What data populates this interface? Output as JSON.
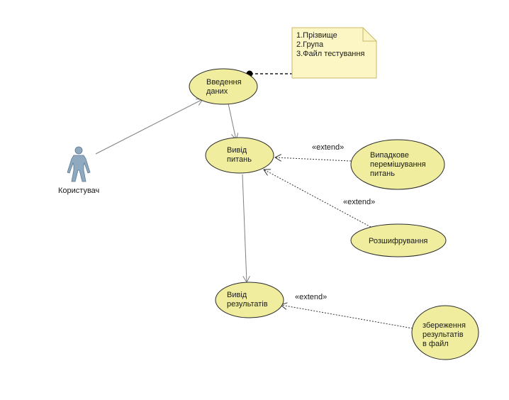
{
  "colors": {
    "usecase_fill": "#f0ee9e",
    "usecase_stroke": "#2a2a2a",
    "note_fill": "#fbf6c4",
    "note_stroke": "#c9b86a",
    "actor_fill": "#8fa9bf",
    "line": "#7f7f7f"
  },
  "actor": {
    "label": "Користувач",
    "icon": "person-icon"
  },
  "note": {
    "lines": [
      "1.Прізвище",
      "2.Група",
      "3.Файл тестування"
    ]
  },
  "use_cases": {
    "data_entry": [
      "Введення",
      "даних"
    ],
    "show_questions": [
      "Вивід",
      "питань"
    ],
    "random_shuffle": [
      "Випадкове",
      "перемішування",
      "питань"
    ],
    "decoding": [
      "Розшифрування"
    ],
    "show_results": [
      "Вивід",
      "результатів"
    ],
    "save_results": [
      "збереження",
      "результатів",
      "в файл"
    ]
  },
  "relations": {
    "extend_label": "«extend»"
  }
}
